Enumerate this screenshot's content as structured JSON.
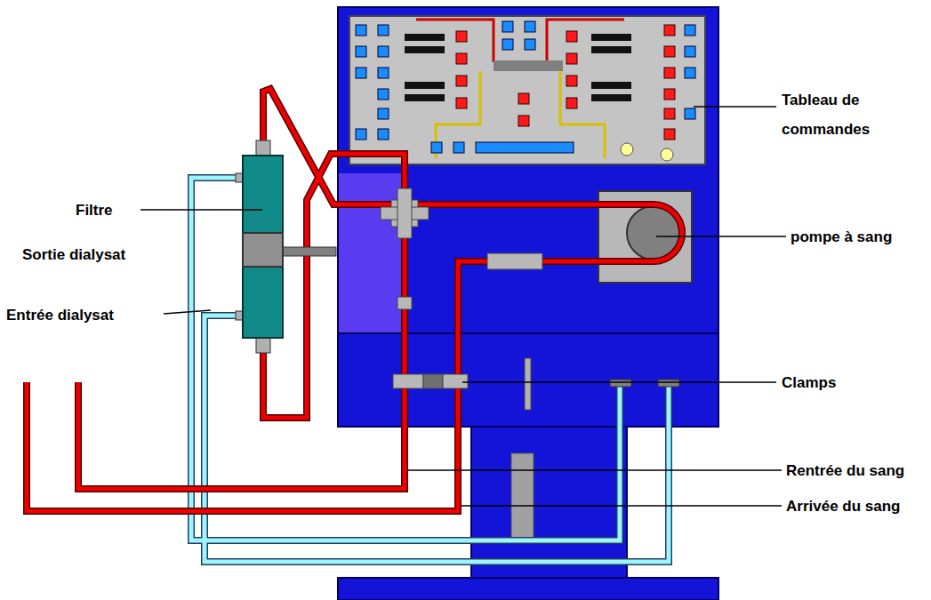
{
  "diagram": {
    "labels": [
      "Tableau de commandes",
      "Filtre",
      "Sortie dialysat",
      "Entrée dialysat",
      "pompe à sang",
      "Clamps",
      "Rentrée du sang",
      "Arrivée du sang"
    ]
  }
}
